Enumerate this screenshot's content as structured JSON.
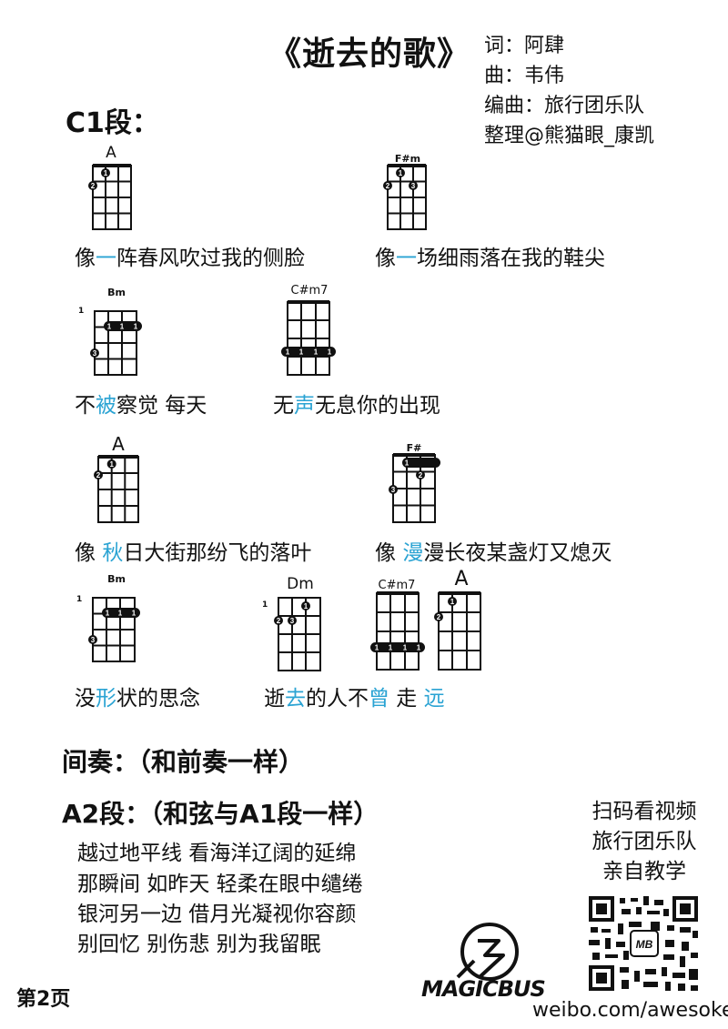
{
  "title": "《逝去的歌》",
  "credits": [
    "词：阿肆",
    "曲：韦伟",
    "编曲：旅行团乐队",
    "整理@熊猫眼_康凯"
  ],
  "section_c1": "C1段：",
  "chords": {
    "row1_left": {
      "name": "A"
    },
    "row1_right": {
      "name": "F#m"
    },
    "row2_left": {
      "name": "Bm",
      "fret": "1"
    },
    "row2_right": {
      "name": "C#m7"
    },
    "row3_left": {
      "name": "A"
    },
    "row3_right": {
      "name": "F#"
    },
    "row4_a": {
      "name": "Bm",
      "fret": "1"
    },
    "row4_b": {
      "name": "Dm",
      "fret": "1"
    },
    "row4_c": {
      "name": "C#m7"
    },
    "row4_d": {
      "name": "A"
    }
  },
  "lyrics": {
    "l1a": [
      "像",
      "一",
      "阵春风吹过我的侧脸"
    ],
    "l1b": [
      "像",
      "一",
      "场细雨落在我的鞋尖"
    ],
    "l2a": [
      "不",
      "被",
      "察觉 每天"
    ],
    "l2b": [
      "无",
      "声",
      "无息你的出现"
    ],
    "l3a": [
      "像 ",
      "秋",
      "日大街那纷飞的落叶"
    ],
    "l3b": [
      "像 ",
      "漫",
      "漫长夜某盏灯又熄灭"
    ],
    "l4a": [
      "没",
      "形",
      "状的思念"
    ],
    "l4b": [
      "逝",
      "去",
      "的人不",
      "曾",
      " 走 ",
      "远"
    ]
  },
  "interlude": "间奏：（和前奏一样）",
  "section_a2": "A2段：（和弦与A1段一样）",
  "a2_lines": [
    [
      "越",
      "过地平线 看",
      "海",
      "洋辽阔的延绵"
    ],
    [
      "那瞬",
      "间",
      " 如昨",
      "天",
      " 轻柔",
      "在",
      "眼中缱绻"
    ],
    [
      "银",
      "河另一边 借",
      "月",
      "光凝视你容颜"
    ],
    [
      "别回",
      "忆",
      " 别伤",
      "悲",
      " 别为",
      "我",
      "留眠"
    ]
  ],
  "side": [
    "扫码看视频",
    "旅行团乐队",
    "亲自教学"
  ],
  "logo_text": "MAGICBUS",
  "qr_badge": "MB",
  "page_num": "第2页",
  "weibo": "weibo.com/awesoke",
  "colors": {
    "highlight": "#2aa3d3",
    "text": "#111111"
  }
}
